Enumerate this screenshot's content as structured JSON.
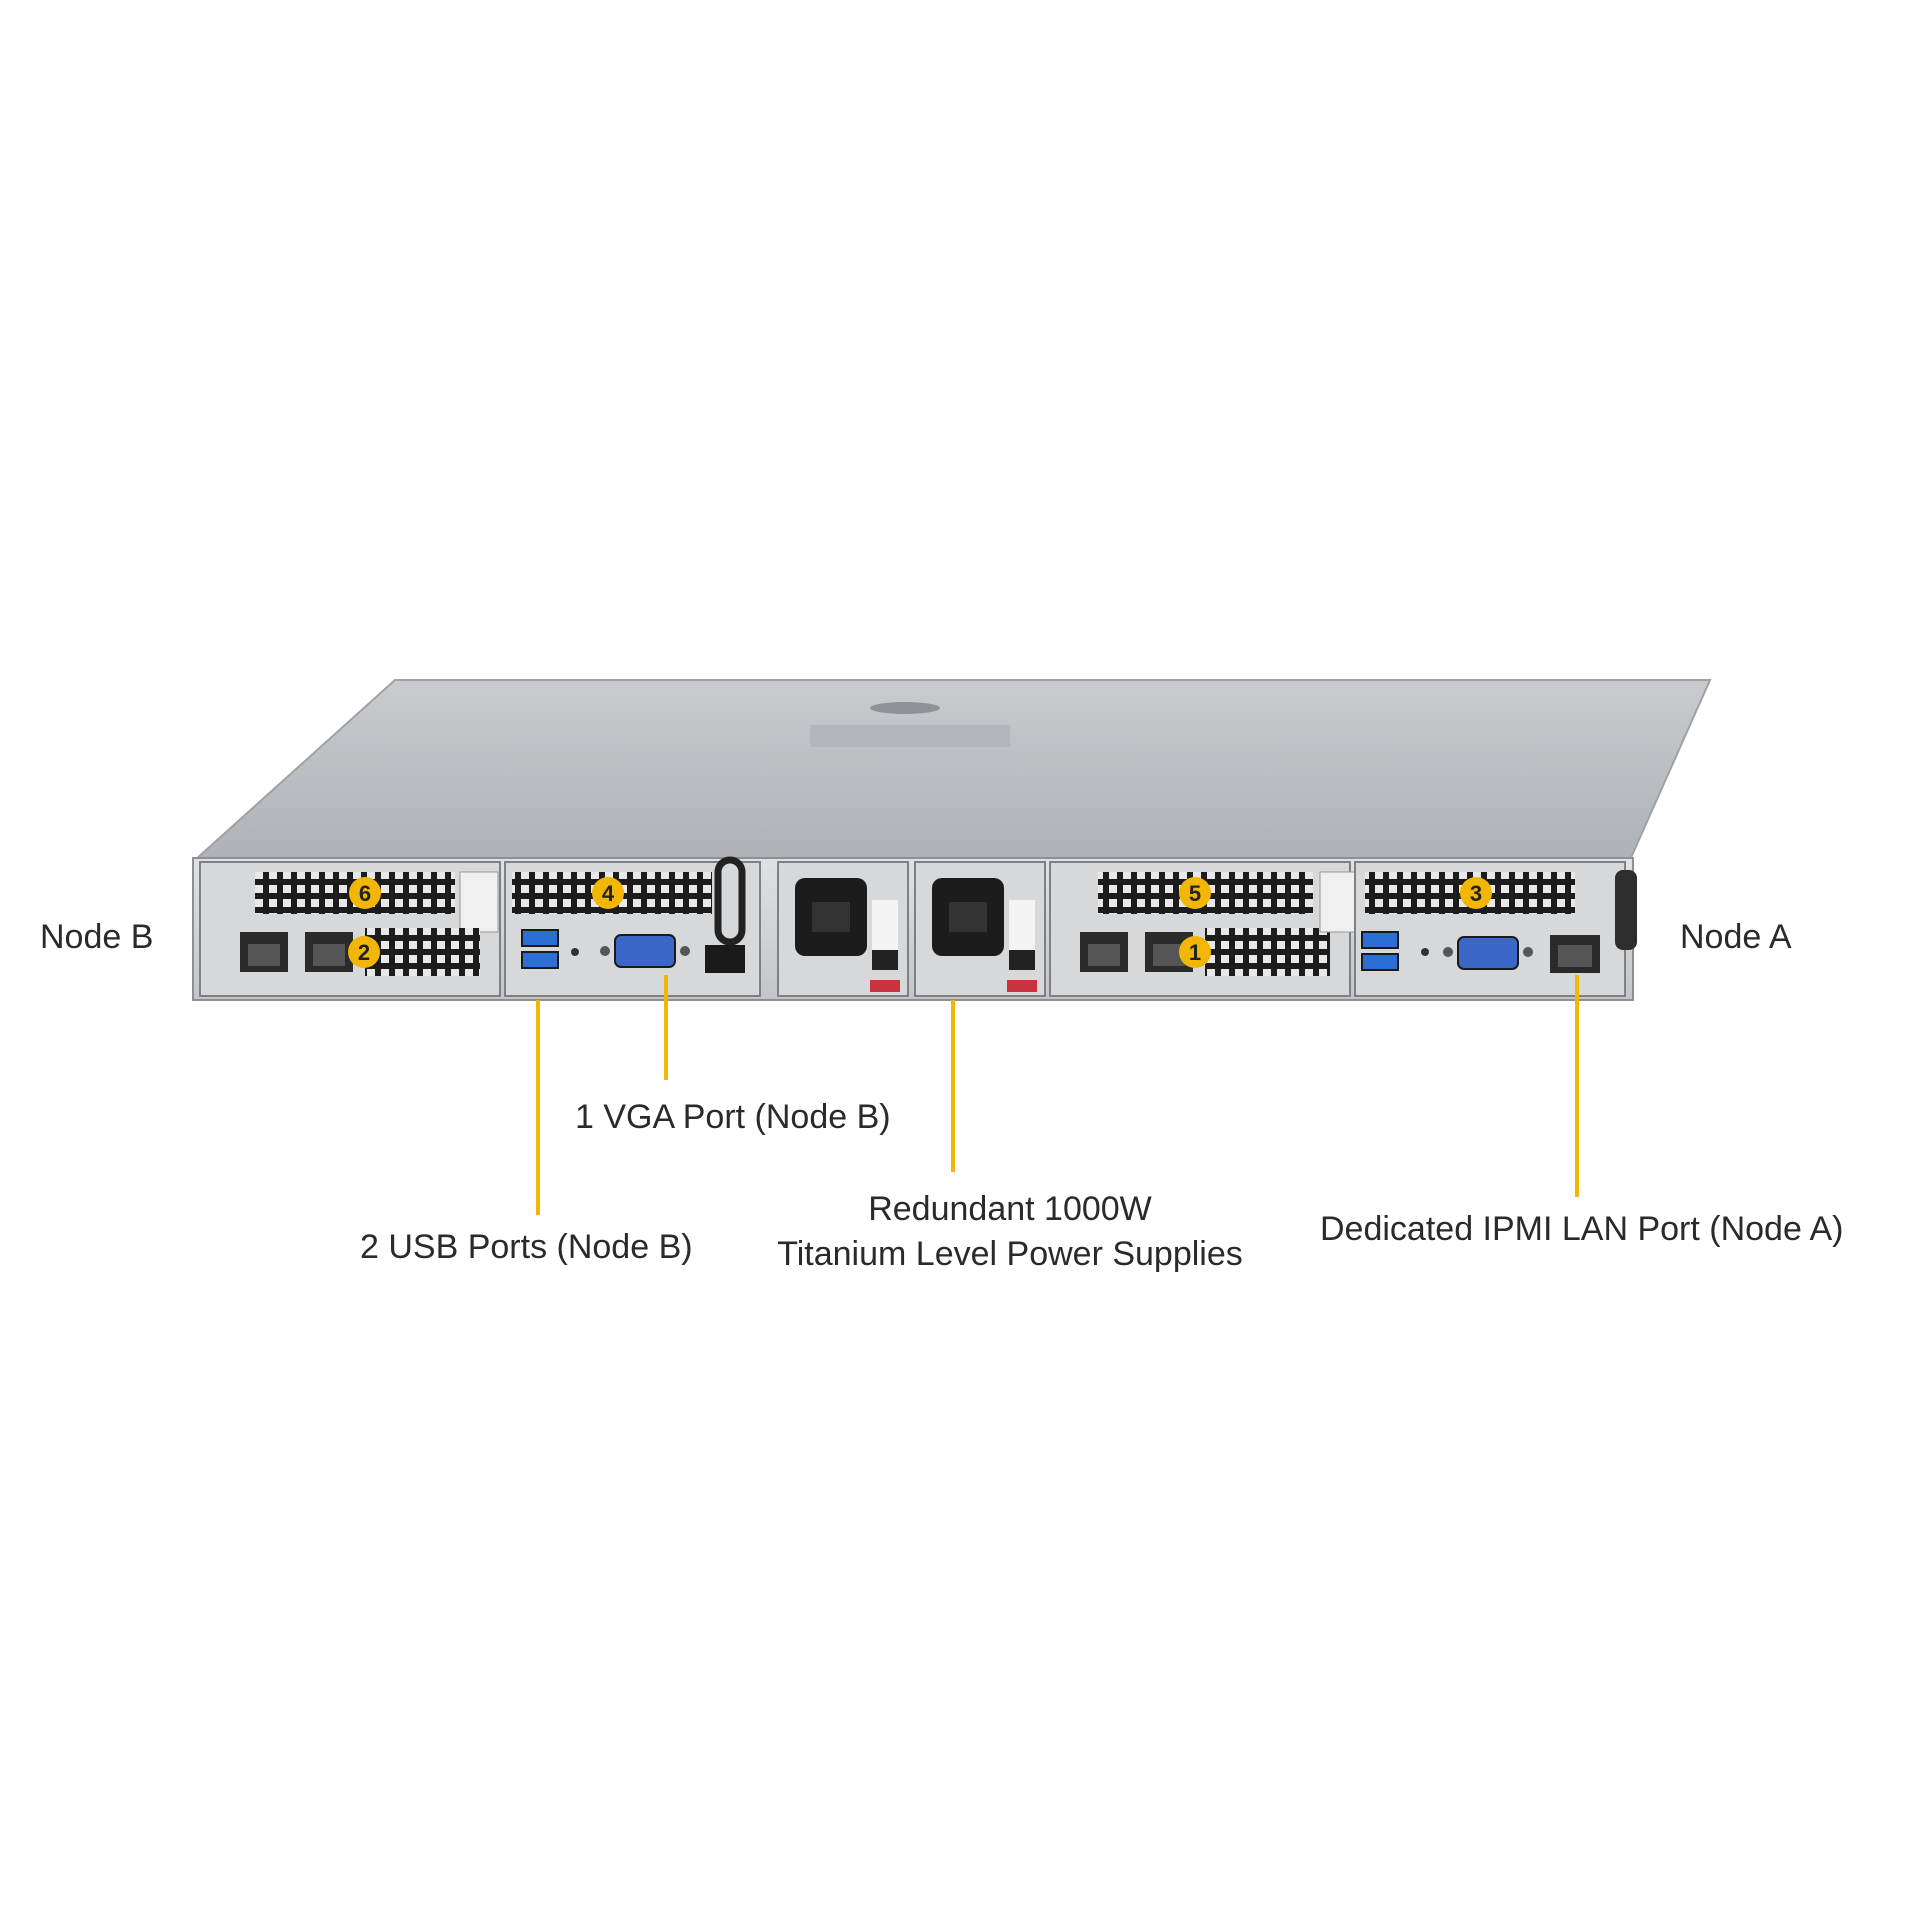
{
  "node_labels": {
    "left": "Node B",
    "right": "Node A"
  },
  "callouts": {
    "usb": "2 USB Ports (Node B)",
    "vga": "1 VGA Port (Node B)",
    "psu_line1": "Redundant  1000W",
    "psu_line2": "Titanium  Level  Power Supplies",
    "ipmi": "Dedicated IPMI  LAN Port (Node A)"
  },
  "slot_badges": [
    "6",
    "4",
    "2",
    "5",
    "3",
    "1"
  ],
  "colors": {
    "accent": "#f2b705",
    "chassis": "#b9bdc1",
    "rear_panel": "#cfd2d5",
    "vga": "#3a67c8",
    "usb": "#2b6fd6"
  }
}
